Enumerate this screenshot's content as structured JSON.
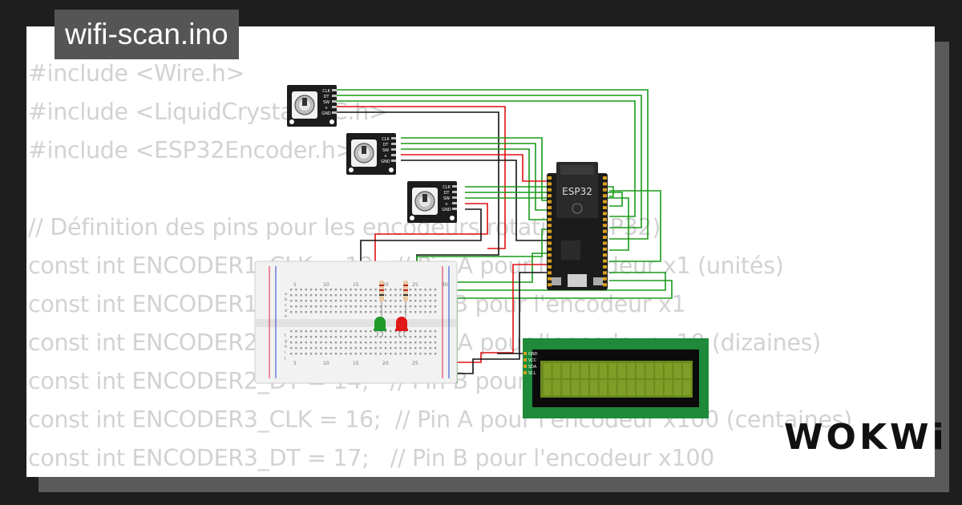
{
  "file": {
    "name": "wifi-scan.ino"
  },
  "code_lines": [
    "#include <Wire.h>",
    "#include <LiquidCrystal_I2C.h>",
    "#include <ESP32Encoder.h>",
    "",
    "// Définition des pins pour les encodeurs rotatifs (ESP32)",
    "const int ENCODER1_CLK = 12;  // Pin A pour l'encodeur x1 (unités)",
    "const int ENCODER1_DT = 13;   // Pin B pour l'encodeur x1",
    "const int ENCODER2_CLK = 27;  // Pin A pour l'encodeur x10 (dizaines)",
    "const int ENCODER2_DT = 14;   // Pin B pour l'encodeur x10",
    "const int ENCODER3_CLK = 16;  // Pin A pour l'encodeur x100 (centaines)",
    "const int ENCODER3_DT = 17;   // Pin B pour l'encodeur x100"
  ],
  "components": {
    "encoder_pins": [
      "CLK",
      "DT",
      "SW",
      "+",
      "GND"
    ],
    "esp32_label": "ESP32",
    "lcd_pins": [
      "GND",
      "VCC",
      "SDA",
      "SCL"
    ],
    "breadboard_top_numbers": [
      "5",
      "10",
      "15",
      "20",
      "25",
      "30"
    ],
    "breadboard_bottom_numbers": [
      "5",
      "10",
      "15",
      "20",
      "25"
    ],
    "breadboard_rows_top": [
      "a",
      "b",
      "c",
      "d",
      "e"
    ],
    "breadboard_rows_bottom": [
      "f",
      "g",
      "h",
      "i",
      "j"
    ],
    "leds": [
      {
        "color": "green"
      },
      {
        "color": "red"
      }
    ]
  },
  "brand": {
    "logo": "WOKWi"
  },
  "colors": {
    "wire_green": "#1a9a1a",
    "wire_red": "#e01010",
    "wire_black": "#111111",
    "lcd_board": "#1e8a3a",
    "lcd_screen": "#6a8a1c",
    "encoder_body": "#1c1c1c",
    "esp32_board": "#1b1b1b"
  }
}
